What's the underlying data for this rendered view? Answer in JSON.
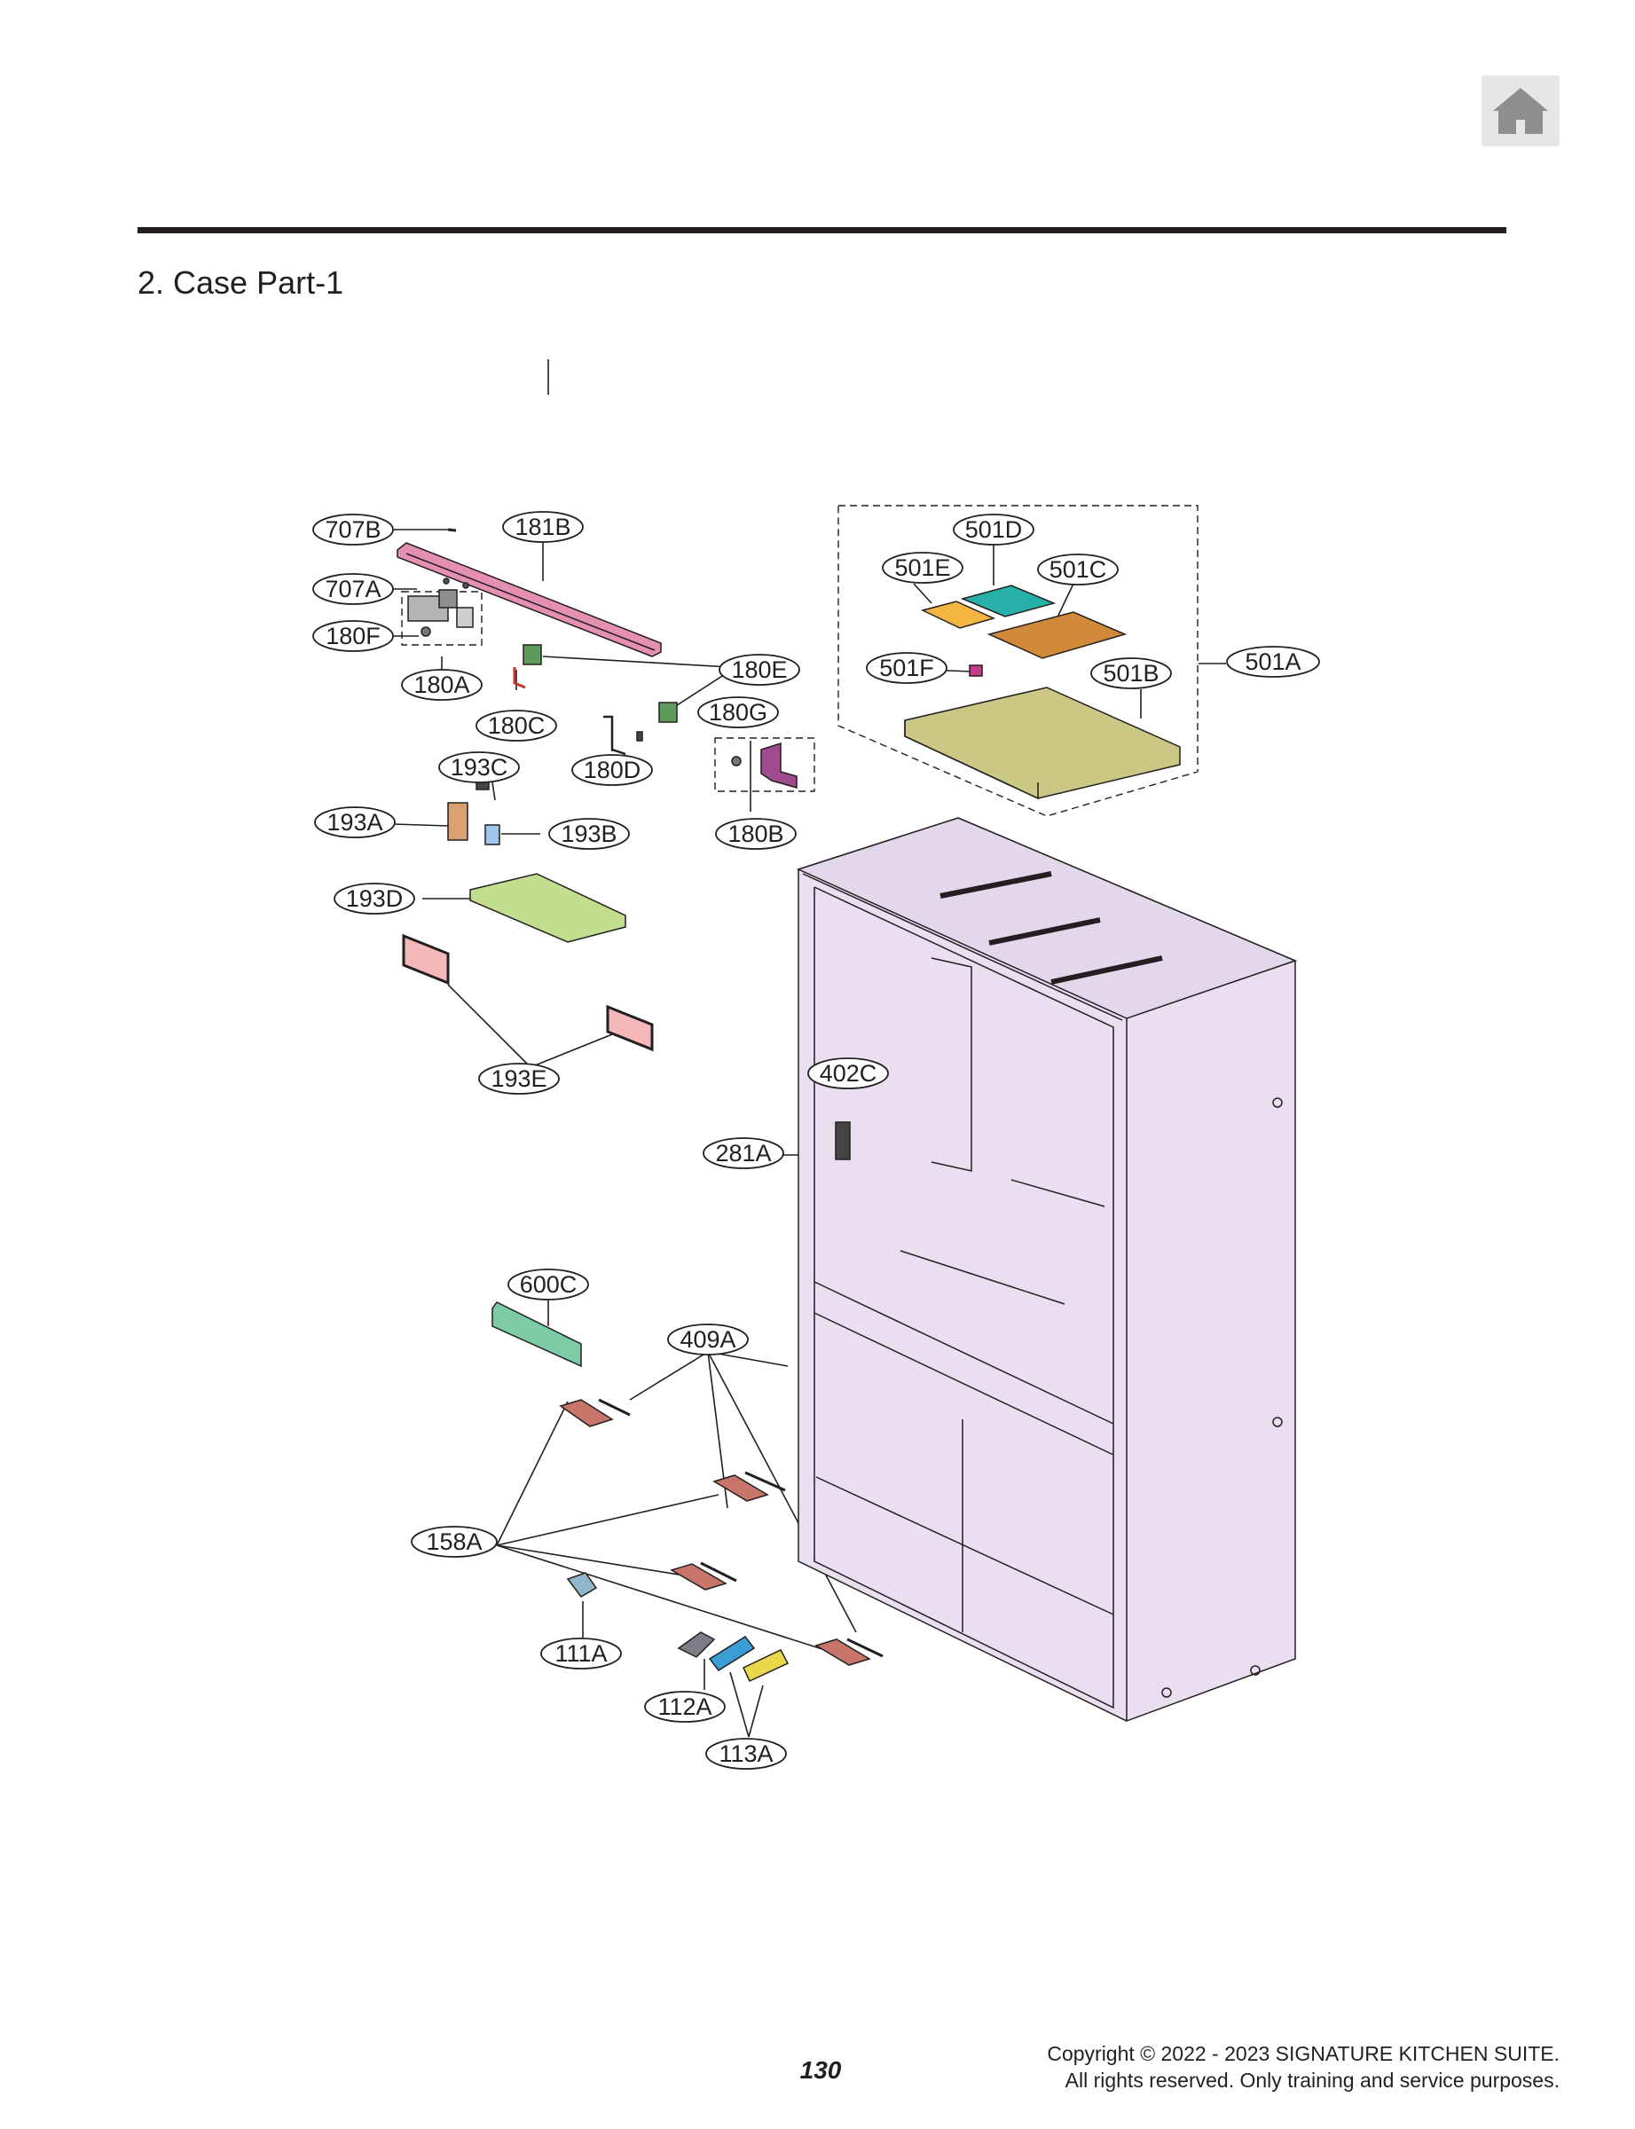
{
  "header": {
    "section_title": "2. Case Part-1"
  },
  "icons": {
    "home": "home-icon"
  },
  "diagram": {
    "part_labels": {
      "707B": "707B",
      "181B": "181B",
      "707A": "707A",
      "180F": "180F",
      "180A": "180A",
      "180C": "180C",
      "180D": "180D",
      "180E": "180E",
      "180G": "180G",
      "180B": "180B",
      "193C": "193C",
      "193A": "193A",
      "193B": "193B",
      "193D": "193D",
      "193E": "193E",
      "501D": "501D",
      "501E": "501E",
      "501C": "501C",
      "501F": "501F",
      "501B": "501B",
      "501A": "501A",
      "402C": "402C",
      "281A": "281A",
      "600C": "600C",
      "409A": "409A",
      "158A": "158A",
      "111A": "111A",
      "112A": "112A",
      "113A": "113A"
    },
    "colors": {
      "cabinet": "#e9dff0",
      "rail_181B": "#e58fb1",
      "board_501E": "#f4b640",
      "board_501D": "#26b0a8",
      "board_501C": "#d08a3a",
      "connector_501F": "#c8398a",
      "tray_501B": "#cbc784",
      "cover_193D": "#c0de8e",
      "pad_193E": "#f4b7ba",
      "filter_600C": "#7ccaa6",
      "pad_158A": "#c9766a",
      "bracket_180E": "#5e9b5a",
      "hinge_180B": "#a04b8f",
      "hinge_180F": "#b5b5b5",
      "grille_112A": "#7c7c84",
      "grille_113A_blue": "#3a9dd3",
      "grille_113A_yellow": "#e9d94a",
      "part_193B": "#9fc4ea",
      "part_193A": "#d9a070"
    }
  },
  "footer": {
    "page_number": "130",
    "copyright_line1": "Copyright © 2022 - 2023 SIGNATURE KITCHEN SUITE.",
    "copyright_line2": "All rights reserved. Only training and service purposes."
  }
}
